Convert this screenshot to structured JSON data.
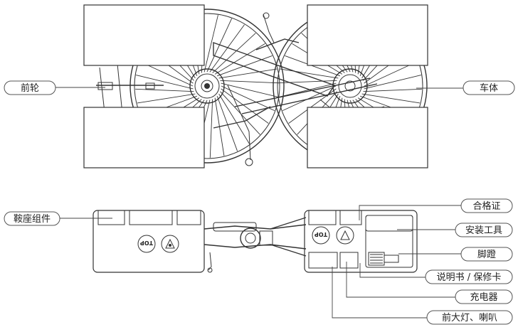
{
  "labels": {
    "front_wheel": "前轮",
    "frame": "车体",
    "saddle_assembly": "鞍座组件",
    "certificate": "合格证",
    "install_tools": "安装工具",
    "pedals": "脚蹬",
    "manual_warranty": "说明书 / 保修卡",
    "charger": "充电器",
    "headlight_horn": "前大灯、喇叭"
  },
  "box_marks": {
    "top_left": "TOP",
    "top_right": "TOP"
  }
}
